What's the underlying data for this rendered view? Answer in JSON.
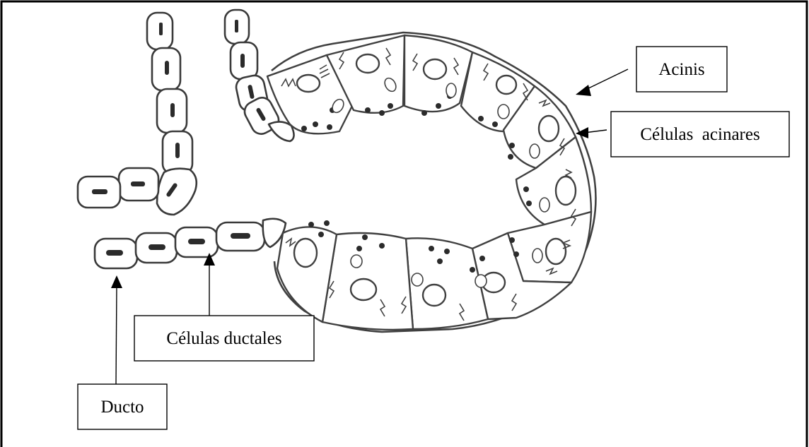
{
  "labels": {
    "acinis": "Acinis",
    "celulas_acinares": "Células  acinares",
    "celulas_ductales": "Células ductales",
    "ducto": "Ducto"
  },
  "colors": {
    "outline": "#404040",
    "frame": "#000000",
    "background": "#ffffff"
  }
}
